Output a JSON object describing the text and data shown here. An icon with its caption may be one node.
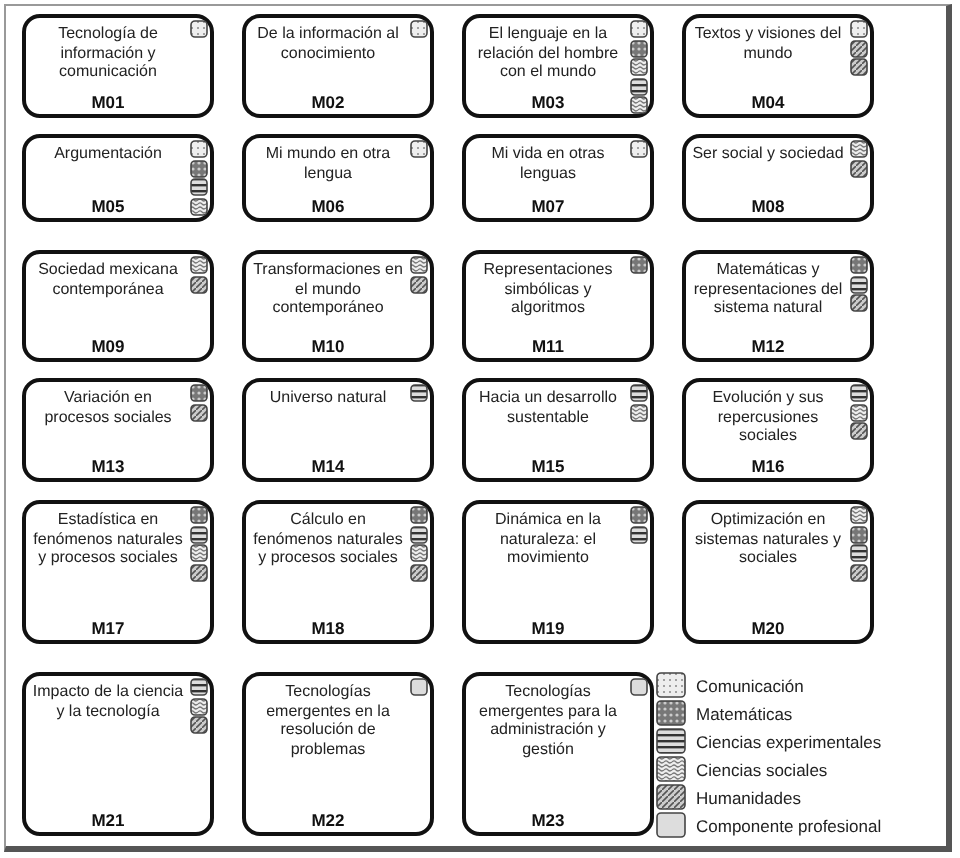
{
  "diagram": {
    "nodes": [
      {
        "text": [
          "Tecnología de información y comunicación",
          "M01"
        ]
      },
      {
        "text": [
          "De la información al conocimiento",
          "M02"
        ]
      },
      {
        "text": [
          "El lenguaje en la relación del hombre con el mundo",
          "M03"
        ]
      },
      {
        "text": [
          "Textos y visiones del mundo",
          "M04"
        ]
      },
      {
        "text": [
          "Argumentación",
          "M05"
        ]
      },
      {
        "text": [
          "Mi mundo en otra lengua",
          "M06"
        ]
      },
      {
        "text": [
          "Mi vida en otras lenguas",
          "M07"
        ]
      },
      {
        "text": [
          "Ser social y sociedad",
          "M08"
        ]
      },
      {
        "text": [
          "Sociedad mexicana contemporánea",
          "M09"
        ]
      },
      {
        "text": [
          "Transformaciones en el mundo contemporáneo",
          "M10"
        ]
      },
      {
        "text": [
          "Representaciones simbólicas y algoritmos",
          "M11"
        ]
      },
      {
        "text": [
          "Matemáticas y representaciones del sistema natural",
          "M12"
        ]
      },
      {
        "text": [
          "Variación en procesos sociales",
          "M13"
        ]
      },
      {
        "text": [
          "Universo natural",
          "M14"
        ]
      },
      {
        "text": [
          "Hacia un desarrollo sustentable",
          "M15"
        ]
      },
      {
        "text": [
          "Evolución y sus repercusiones sociales",
          "M16"
        ]
      },
      {
        "text": [
          "Estadística en fenómenos naturales y procesos sociales",
          "M17"
        ]
      },
      {
        "text": [
          "Cálculo en fenómenos naturales y procesos sociales",
          "M18"
        ]
      },
      {
        "text": [
          "Dinámica en la naturaleza: el movimiento",
          "M19"
        ]
      },
      {
        "text": [
          "Optimización en sistemas naturales y sociales",
          "M20"
        ]
      },
      {
        "text": [
          "Impacto de la ciencia y la tecnología",
          "M21"
        ]
      },
      {
        "text": [
          "Tecnologías emergentes en la resolución de problemas",
          "M22"
        ]
      },
      {
        "text": [
          "Tecnologías emergentes para la administración y gestión",
          "M23"
        ]
      }
    ],
    "legend": [
      {
        "text": "Comunicación"
      },
      {
        "text": "Matemáticas"
      },
      {
        "text": "Ciencias experimentales"
      },
      {
        "text": "Ciencias sociales"
      },
      {
        "text": "Humanidades"
      },
      {
        "text": "Componente profesional"
      }
    ]
  }
}
